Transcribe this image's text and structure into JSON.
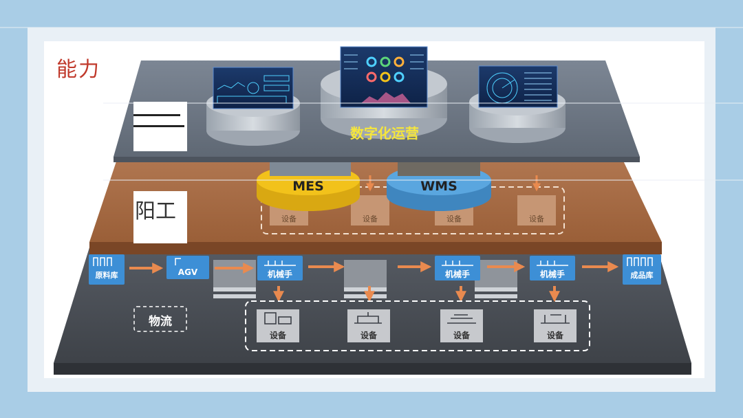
{
  "title_fragment": "能力",
  "layer_top": {
    "label": "数字化运营"
  },
  "layer_middle": {
    "label_fragment": "阳工",
    "mes_label": "MES",
    "wms_label": "WMS",
    "equipment": [
      "设备",
      "设备",
      "设备",
      "设备"
    ]
  },
  "layer_bottom": {
    "logistics_label": "物流",
    "flow": [
      "原料库",
      "AGV",
      "机械手",
      "机械手",
      "机械手",
      "成品库"
    ],
    "equipment": [
      "设备",
      "设备",
      "设备",
      "设备"
    ]
  },
  "colors": {
    "top_layer": "#6b7482",
    "middle_layer": "#a46a42",
    "bottom_layer": "#4b4f56",
    "flow_box": "#3d8fd6",
    "arrow": "#e98a4f",
    "mes": "#f2c21b",
    "wms": "#5aa6df",
    "label_yellow": "#f5e63c"
  }
}
